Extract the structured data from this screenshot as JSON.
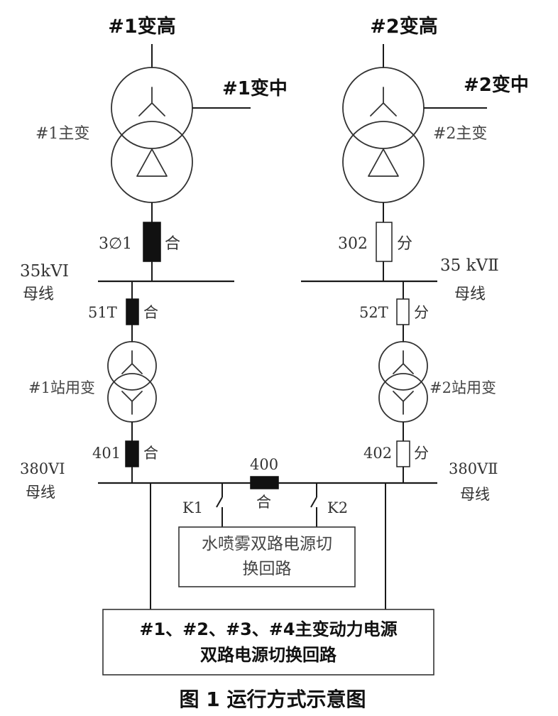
{
  "labels": {
    "t1_high": "#1变高",
    "t2_high": "#2变高",
    "t1_mid": "#1变中",
    "t2_mid": "#2变中",
    "t1_main": "#1主变",
    "t2_main": "#2主变",
    "b301": "3∅1",
    "b302": "302",
    "bus35_1_name": "35kVⅠ",
    "bus35_1_sub": "母线",
    "bus35_2_name": "35 kVⅡ",
    "bus35_2_sub": "母线",
    "b51t": "51T",
    "b52t": "52T",
    "st1": "#1站用变",
    "st2": "#2站用变",
    "b401": "401",
    "b402": "402",
    "b400": "400",
    "bus380_1_name": "380VⅠ",
    "bus380_1_sub": "母线",
    "bus380_2_name": "380VⅡ",
    "bus380_2_sub": "母线",
    "k1": "K1",
    "k2": "K2",
    "state_closed": "合",
    "state_open": "分",
    "mist_box_line1": "水喷雾双路电源切",
    "mist_box_line2": "换回路",
    "main_box_line1": "#1、#2、#3、#4主变动力电源",
    "main_box_line2": "双路电源切换回路",
    "caption": "图 1  运行方式示意图"
  },
  "breaker_states": {
    "b301": "合",
    "b302": "分",
    "b51t": "合",
    "b52t": "分",
    "b401": "合",
    "b402": "分",
    "b400": "合"
  }
}
